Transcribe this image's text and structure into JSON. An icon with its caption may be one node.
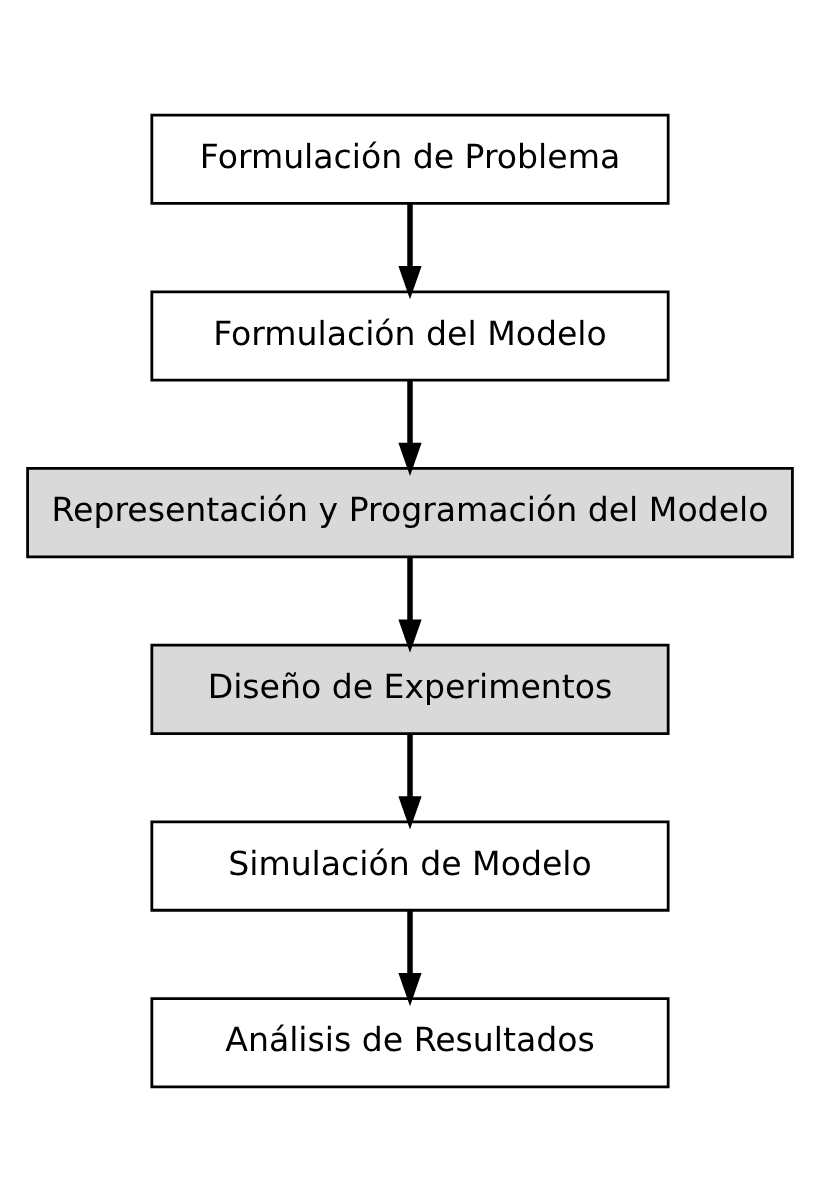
{
  "diagram": {
    "nodes": [
      {
        "text": [
          "Formulación de Problema"
        ]
      },
      {
        "text": [
          "Formulación del Modelo"
        ]
      },
      {
        "text": [
          "Representación y Programación del Modelo"
        ]
      },
      {
        "text": [
          "Diseño de Experimentos"
        ]
      },
      {
        "text": [
          "Simulación de Modelo"
        ]
      },
      {
        "text": [
          "Análisis de Resultados"
        ]
      }
    ],
    "edges": [
      {
        "from": 0,
        "to": 1,
        "arrow": "to"
      },
      {
        "from": 1,
        "to": 2,
        "arrow": "to"
      },
      {
        "from": 2,
        "to": 3,
        "arrow": "to"
      },
      {
        "from": 3,
        "to": 4,
        "arrow": "to"
      },
      {
        "from": 4,
        "to": 5,
        "arrow": "to"
      }
    ]
  }
}
